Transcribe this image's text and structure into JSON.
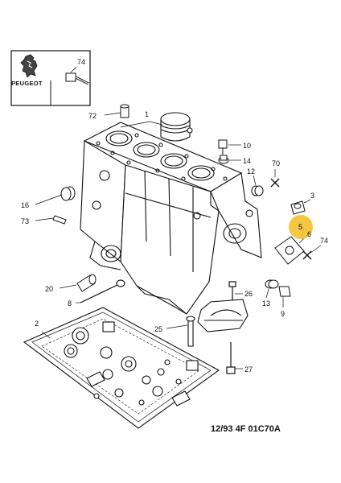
{
  "brand": {
    "name": "PEUGEOT"
  },
  "diagram_ref": "12/93 4F 01C70A",
  "parts": {
    "p2": "2",
    "p3": "3",
    "p5": "5",
    "p6": "6",
    "p8": "8",
    "p9": "9",
    "p10": "10",
    "p12": "12",
    "p13": "13",
    "p14": "14",
    "p16": "16",
    "p20": "20",
    "p25": "25",
    "p26": "26",
    "p27": "27",
    "p70": "70",
    "p72": "72",
    "p73": "73",
    "p74": "74",
    "p74b": "74",
    "p1": "1"
  },
  "highlight_color": "#f2c12e"
}
